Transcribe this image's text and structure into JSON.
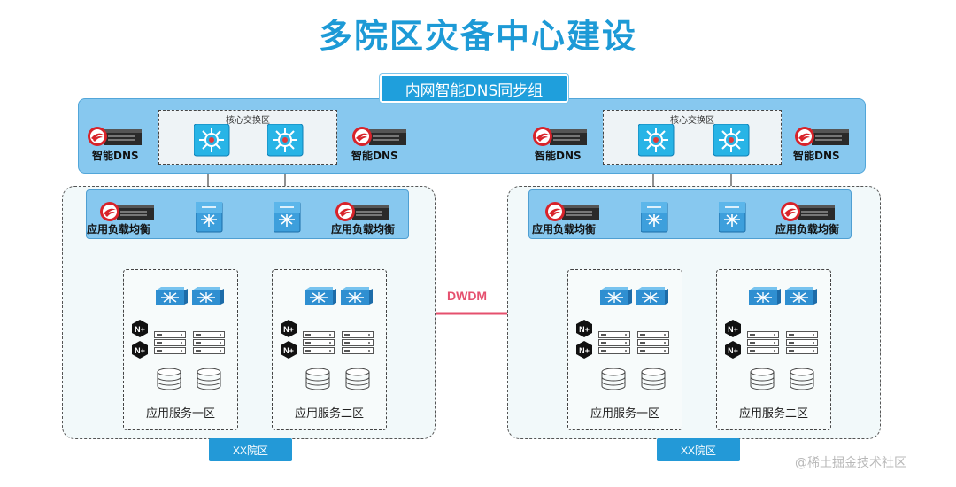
{
  "title": "多院区灾备中心建设",
  "dns_sync_group": "内网智能DNS同步组",
  "core_zone_label": "核心交换区",
  "dns_label": "智能DNS",
  "lb_label": "应用负载均衡",
  "zone1_label": "应用服务一区",
  "zone2_label": "应用服务二区",
  "campus_label": "XX院区",
  "link_label": "DWDM",
  "watermark": "@稀土掘金技术社区",
  "icons": [
    "appliance-icon",
    "core-switch-icon",
    "load-balancer-switch-icon",
    "l2-switch-icon",
    "nginx-plus-icon",
    "server-icon",
    "database-icon"
  ],
  "colors": {
    "title": "#1d9ad6",
    "band": "#87c8ef",
    "label_bg": "#1f9fdc",
    "link": "#e5506e",
    "appliance_red": "#d8232a"
  }
}
